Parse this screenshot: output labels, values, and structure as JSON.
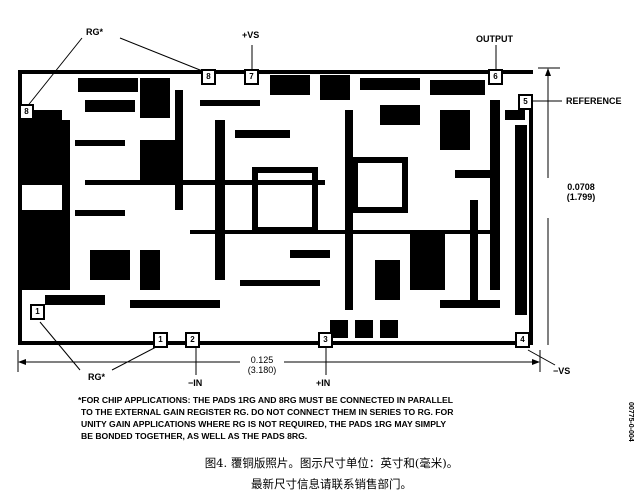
{
  "labels": {
    "rg_top": "RG*",
    "vs_pos": "+VS",
    "output": "OUTPUT",
    "reference": "REFERENCE",
    "rg_bottom": "RG*",
    "in_neg": "−IN",
    "in_pos": "+IN",
    "vs_neg": "−VS"
  },
  "pads": {
    "p8_left": "8",
    "p8_top": "8",
    "p7": "7",
    "p6": "6",
    "p5": "5",
    "p1_left": "1",
    "p1_bottom": "1",
    "p2": "2",
    "p3": "3",
    "p4": "4"
  },
  "dimensions": {
    "height_in": "0.0708",
    "height_mm": "(1.799)",
    "width_in": "0.125",
    "width_mm": "(3.180)"
  },
  "note": {
    "line1": "*FOR CHIP APPLICATIONS: THE PADS 1RG AND 8RG MUST BE CONNECTED IN PARALLEL",
    "line2": "TO THE EXTERNAL GAIN REGISTER RG. DO NOT CONNECT THEM IN SERIES TO RG. FOR",
    "line3": "UNITY GAIN APPLICATIONS WHERE RG IS NOT REQUIRED, THE PADS 1RG MAY SIMPLY",
    "line4": "BE BONDED TOGETHER, AS WELL AS THE PADS 8RG."
  },
  "figure_code": "00775-0-004",
  "caption": {
    "line1": "图4. 覆铜版照片。图示尺寸单位：英寸和(毫米)。",
    "line2": "最新尺寸信息请联系销售部门。"
  }
}
